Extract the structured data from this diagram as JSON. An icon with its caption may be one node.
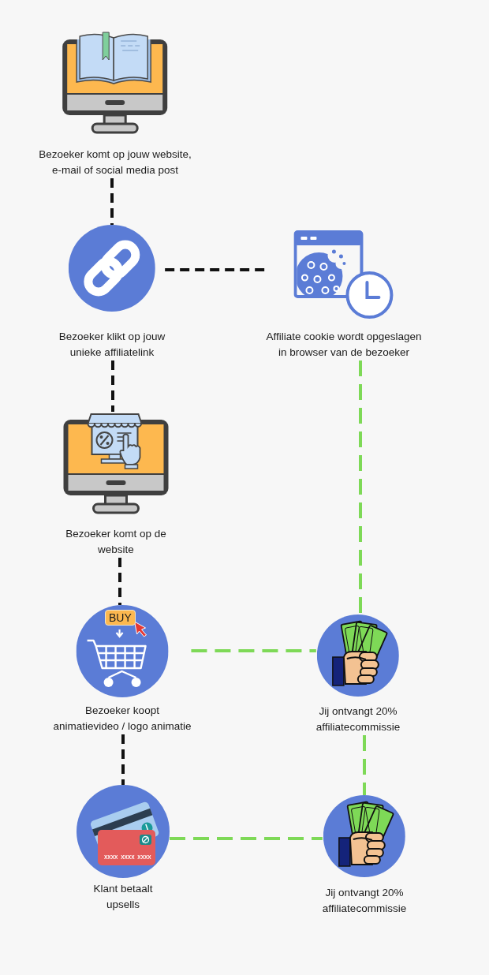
{
  "diagram": {
    "nodes": [
      {
        "text": [
          "Bezoeker komt op jouw website, e-mail of social media post"
        ]
      },
      {
        "text": [
          "Bezoeker klikt op jouw unieke affiliatelink"
        ]
      },
      {
        "text": [
          "Affiliate cookie wordt opgeslagen in browser van de bezoeker"
        ]
      },
      {
        "text": [
          "Bezoeker komt op de website"
        ]
      },
      {
        "text": [
          "Bezoeker koopt animatievideo / logo animatie"
        ]
      },
      {
        "text": [
          "Jij ontvangt 20% affiliatecommissie"
        ]
      },
      {
        "text": [
          "Klant betaalt upsells"
        ]
      },
      {
        "text": [
          "Jij ontvangt 20% affiliatecommissie"
        ]
      }
    ],
    "edges": [
      {
        "from": 0,
        "to": 1,
        "arrow": "none",
        "style": "dashed"
      },
      {
        "from": 1,
        "to": 2,
        "arrow": "none",
        "style": "dashed"
      },
      {
        "from": 1,
        "to": 3,
        "arrow": "none",
        "style": "dashed"
      },
      {
        "from": 3,
        "to": 4,
        "arrow": "none",
        "style": "dashed"
      },
      {
        "from": 2,
        "to": 5,
        "arrow": "none",
        "style": "dashed",
        "color": "#7ed957"
      },
      {
        "from": 4,
        "to": 5,
        "arrow": "none",
        "style": "dashed",
        "color": "#7ed957"
      },
      {
        "from": 4,
        "to": 6,
        "arrow": "none",
        "style": "dashed"
      },
      {
        "from": 5,
        "to": 7,
        "arrow": "none",
        "style": "dashed",
        "color": "#7ed957"
      },
      {
        "from": 6,
        "to": 7,
        "arrow": "none",
        "style": "dashed",
        "color": "#7ed957"
      }
    ],
    "labels": [
      "BUY",
      "XXXX XXXX XXXX"
    ]
  }
}
